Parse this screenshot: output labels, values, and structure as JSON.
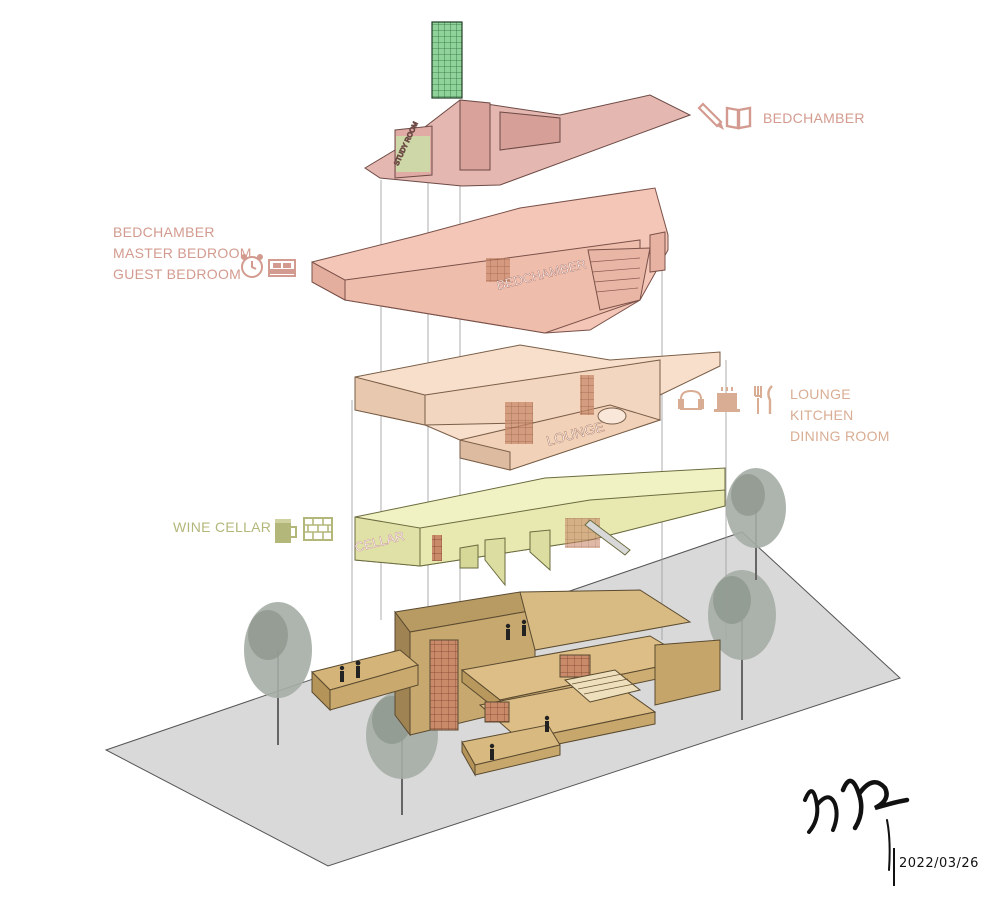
{
  "colors": {
    "level3": "#e3b3ae",
    "level2": "#f1c9ba",
    "level1": "#f2d3bc",
    "level0": "#eef0bd",
    "ground_building": "#cfae76",
    "ground_plane": "#d9d9d9",
    "label_pink": "#d39b8f",
    "label_peach": "#d9ad93",
    "label_olive": "#b4b77a",
    "tree": "#9aa39a"
  },
  "levels": {
    "top": {
      "labels": [
        "BEDCHAMBER"
      ],
      "room_tag": "STUDY ROOM",
      "icons": [
        "pencil-icon",
        "book-icon"
      ]
    },
    "second": {
      "labels": [
        "BEDCHAMBER",
        "MASTER BEDROOM",
        "GUEST BEDROOM"
      ],
      "room_tag": "BEDCHAMBER",
      "icons": [
        "alarm-clock-icon",
        "bed-icon"
      ]
    },
    "first": {
      "labels": [
        "LOUNGE",
        "KITCHEN",
        "DINING ROOM"
      ],
      "room_tag": "LOUNGE",
      "icons": [
        "armchair-icon",
        "stove-icon",
        "cutlery-icon"
      ]
    },
    "basement": {
      "labels": [
        "WINE CELLAR"
      ],
      "room_tag": "CELLAR",
      "icons": [
        "beer-mug-icon",
        "brick-wall-icon"
      ]
    }
  },
  "date": "2022/03/26"
}
